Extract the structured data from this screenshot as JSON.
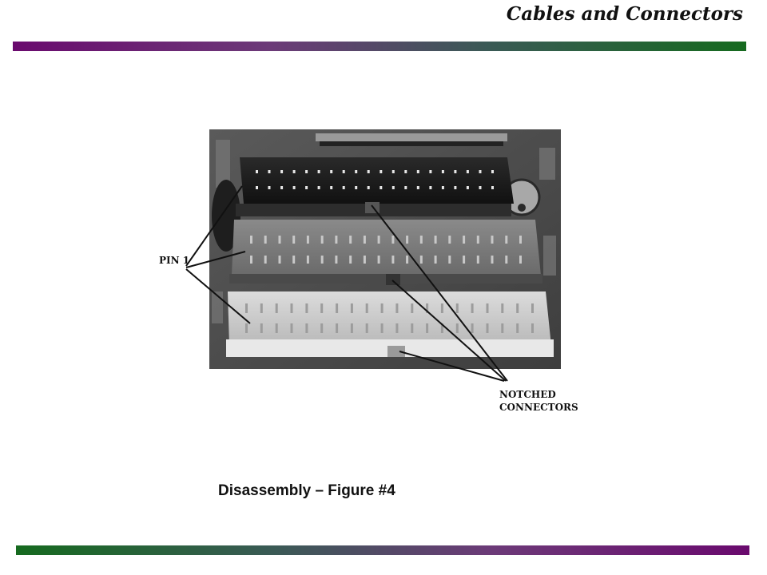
{
  "slide": {
    "title": "Cables and Connectors",
    "caption": "Disassembly – Figure #4"
  },
  "figure": {
    "pin_label": "PIN 1",
    "notch_label_line1": "NOTCHED",
    "notch_label_line2": "CONNECTORS"
  },
  "colors": {
    "purple": "#6a0a6e",
    "green": "#166a1f"
  }
}
